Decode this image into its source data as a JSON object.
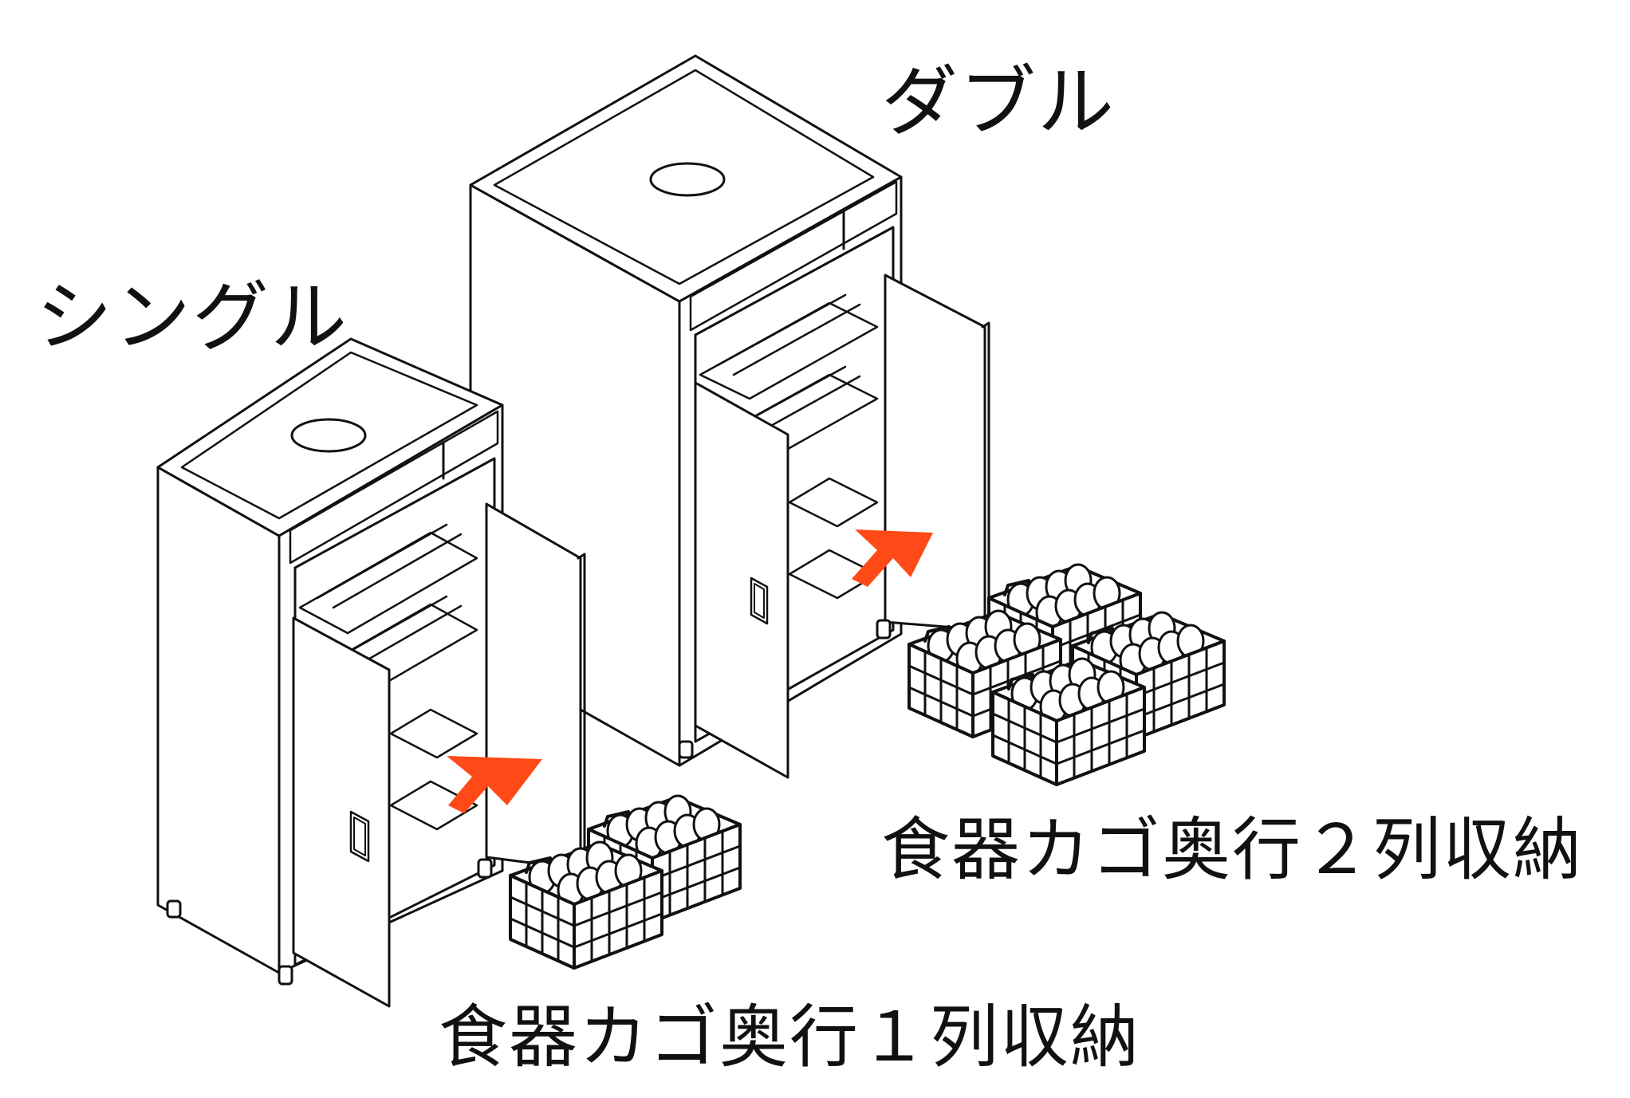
{
  "labels": {
    "double": "ダブル",
    "single": "シングル",
    "double_caption": "食器カゴ奥行２列収納",
    "single_caption": "食器カゴ奥行１列収納"
  },
  "icons": {
    "double_cabinet": "double-cabinet-icon",
    "single_cabinet": "single-cabinet-icon",
    "insert_arrow": "insert-arrow-icon",
    "dish_basket": "dish-basket-icon"
  },
  "colors": {
    "line": "#111111",
    "arrow": "#ff4a17",
    "background": "#ffffff"
  }
}
